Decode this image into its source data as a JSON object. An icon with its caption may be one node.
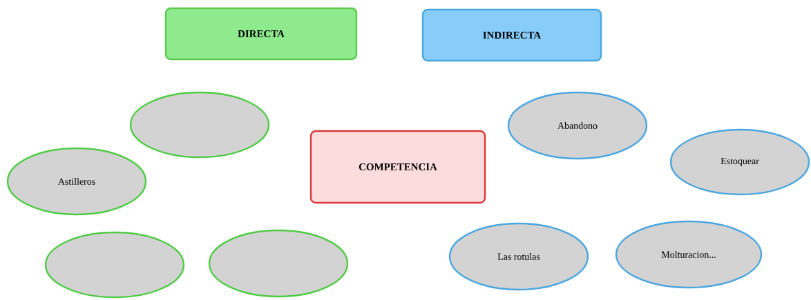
{
  "diagram": {
    "nodes": [
      {
        "text": [
          "DIRECTA"
        ]
      },
      {
        "text": [
          "INDIRECTA"
        ]
      },
      {
        "text": [],
        "shape": "ellipse"
      },
      {
        "text": [
          "Abandono"
        ]
      },
      {
        "text": [
          "COMPETENCIA"
        ]
      },
      {
        "text": [
          "Estoquear"
        ]
      },
      {
        "text": [
          "Astilleros"
        ]
      },
      {
        "text": [
          "Molturacion..."
        ]
      },
      {
        "text": [
          "Las rotulas"
        ]
      },
      {
        "text": [],
        "shape": "ellipse"
      },
      {
        "text": [],
        "shape": "ellipse"
      }
    ]
  }
}
